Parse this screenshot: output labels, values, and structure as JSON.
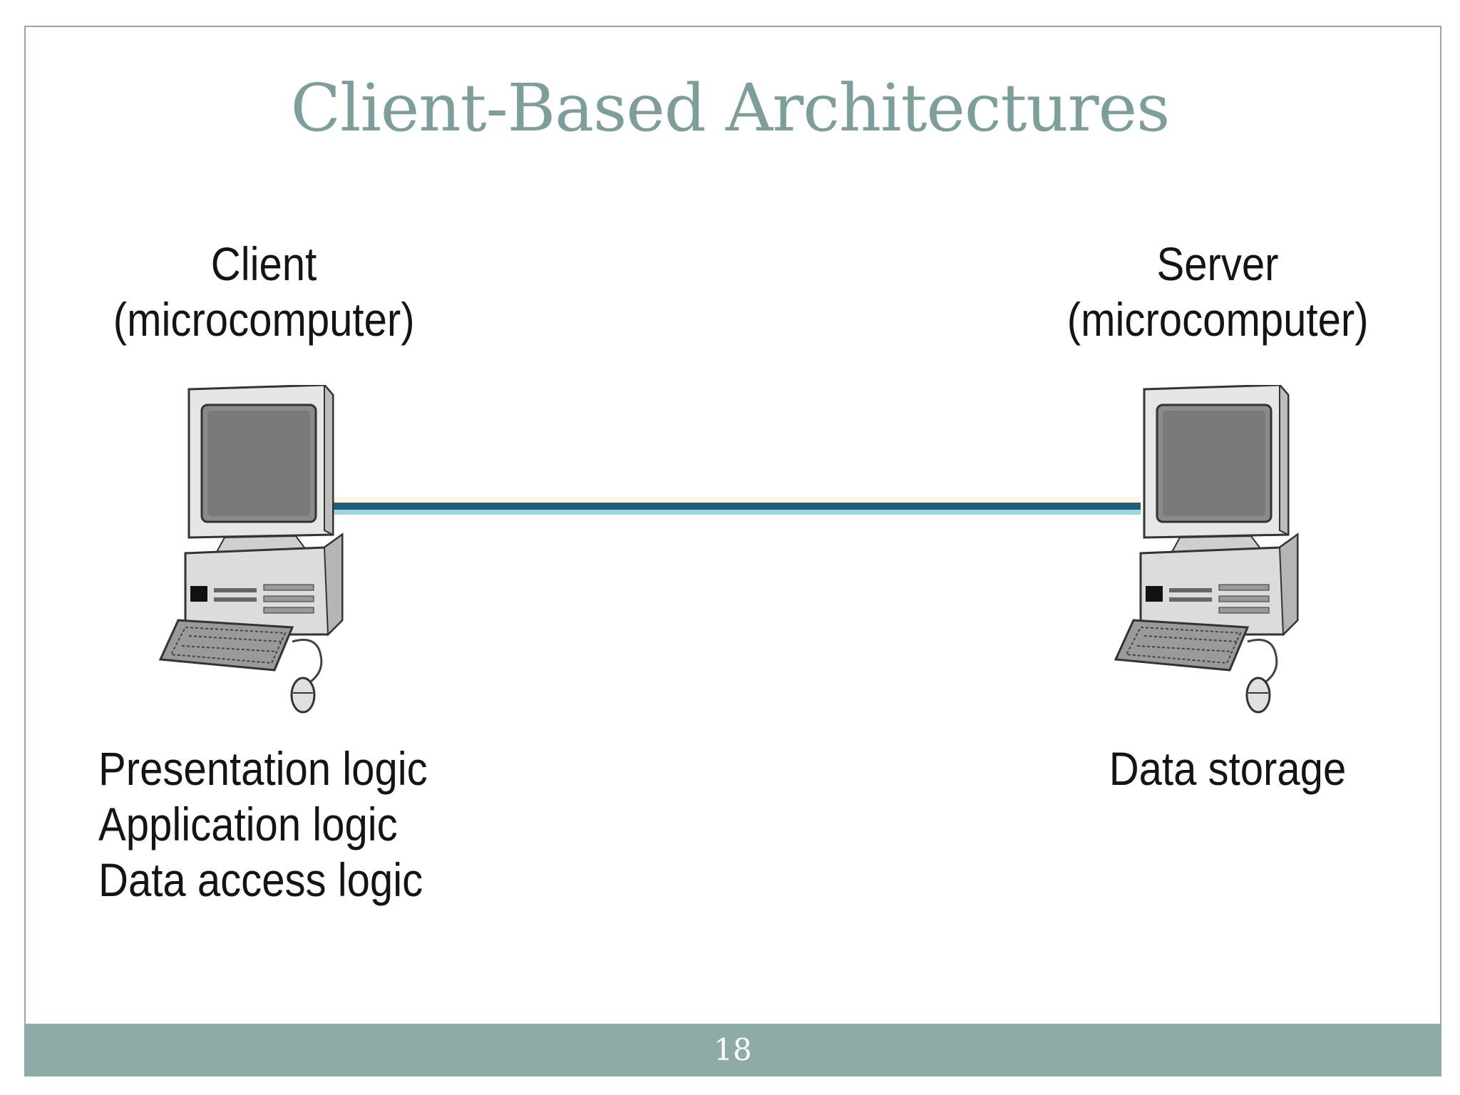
{
  "slide": {
    "title": "Client-Based Architectures",
    "page_number": "18"
  },
  "client": {
    "name": "Client",
    "type": "(microcomputer)",
    "logic": [
      "Presentation logic",
      "Application logic",
      "Data access logic"
    ],
    "icon": "desktop-computer-icon"
  },
  "server": {
    "name": "Server",
    "type": "(microcomputer)",
    "logic": [
      "Data storage"
    ],
    "icon": "desktop-computer-icon"
  },
  "colors": {
    "title": "#7e9e9b",
    "footer": "#8eaba8",
    "link_dark": "#1f5f78",
    "link_light": "#9fd3e6"
  }
}
